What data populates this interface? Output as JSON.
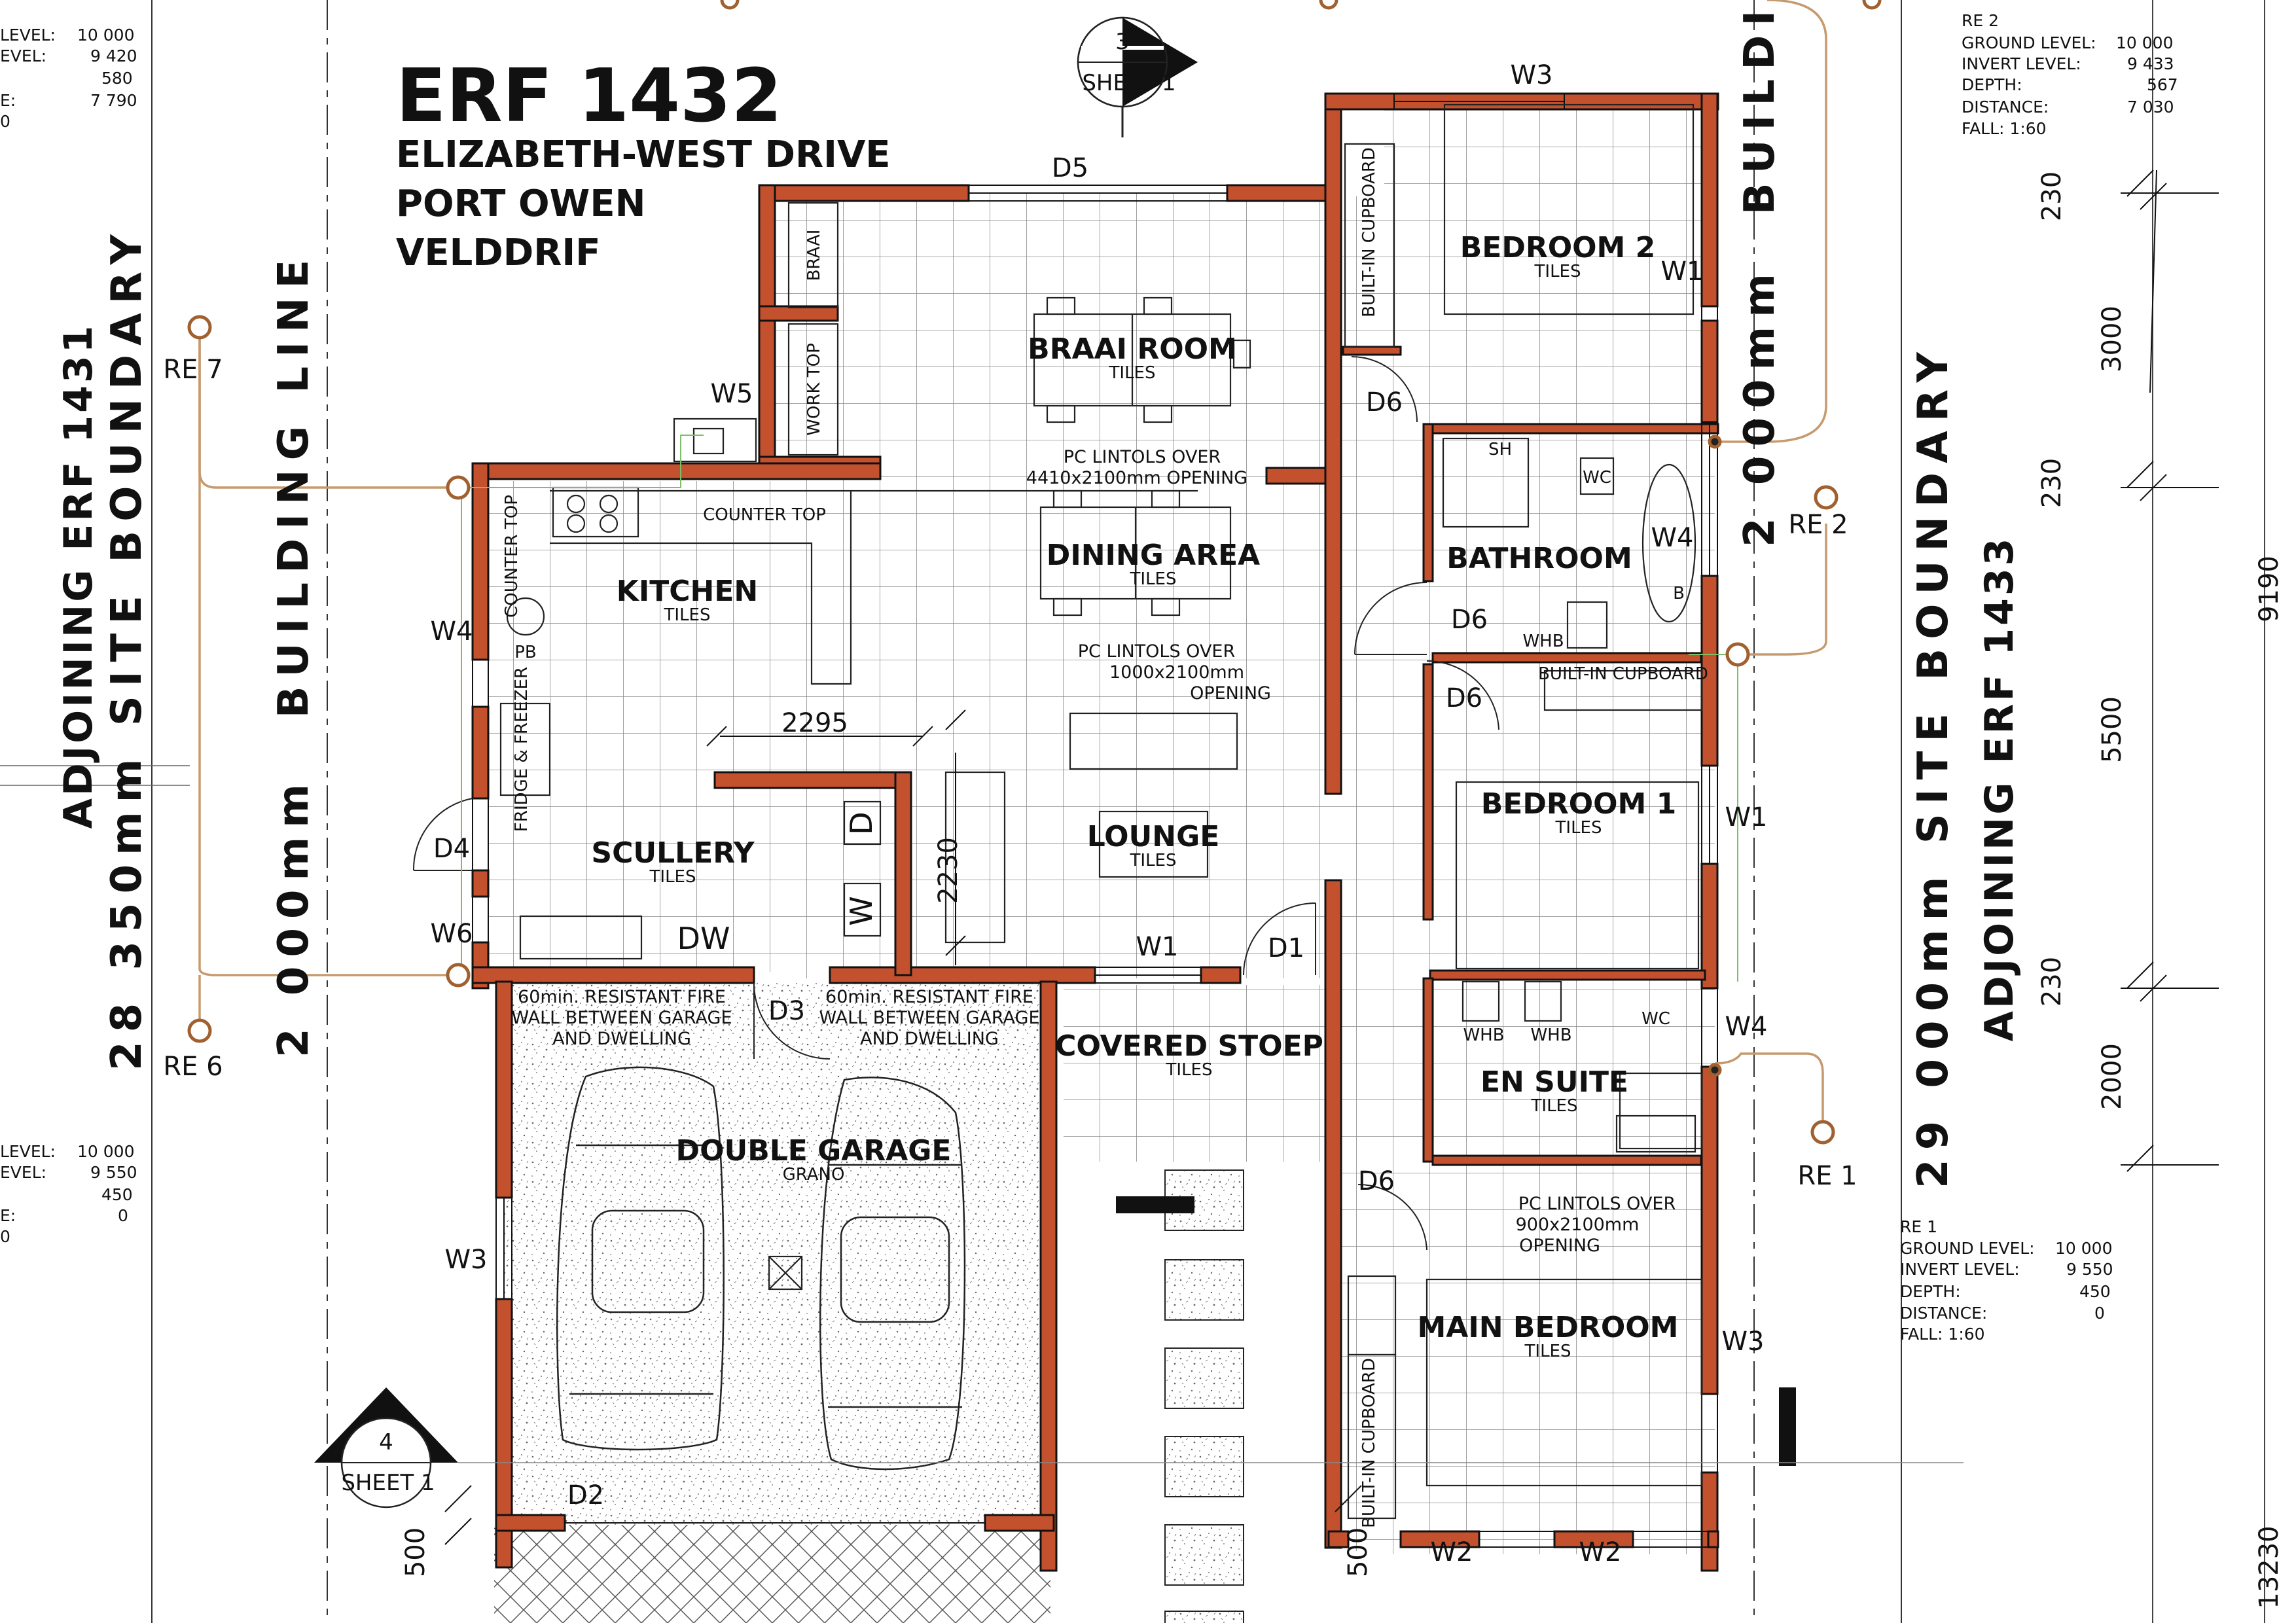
{
  "title": {
    "erf": "ERF 1432",
    "line1": "ELIZABETH-WEST DRIVE",
    "line2": "PORT OWEN",
    "line3": "VELDDRIF"
  },
  "boundaries": {
    "left_adjoining": "ADJOINING ERF 1431",
    "left_site": "28 350mm SITE BOUNDARY",
    "left_building_line": "BUILDING LINE",
    "left_offset": "2 000mm",
    "right_site": "29 000mm SITE BOUNDARY",
    "right_adjoining": "ADJOINING ERF 1433",
    "right_offset": "2 000mm",
    "right_building": "BUILDI"
  },
  "sections": {
    "top": {
      "number": "3",
      "sheet": "SHEET 1"
    },
    "bottom": {
      "number": "4",
      "sheet": "SHEET 1"
    }
  },
  "rooms": {
    "braai_room": {
      "name": "BRAAI ROOM",
      "finish": "TILES"
    },
    "dining_area": {
      "name": "DINING AREA",
      "finish": "TILES"
    },
    "kitchen": {
      "name": "KITCHEN",
      "finish": "TILES"
    },
    "scullery": {
      "name": "SCULLERY",
      "finish": "TILES"
    },
    "lounge": {
      "name": "LOUNGE",
      "finish": "TILES"
    },
    "covered_stoep": {
      "name": "COVERED STOEP",
      "finish": "TILES"
    },
    "double_garage": {
      "name": "DOUBLE GARAGE",
      "finish": "GRANO"
    },
    "bedroom_2": {
      "name": "BEDROOM 2",
      "finish": "TILES"
    },
    "bathroom": {
      "name": "BATHROOM"
    },
    "bedroom_1": {
      "name": "BEDROOM 1",
      "finish": "TILES"
    },
    "en_suite": {
      "name": "EN SUITE",
      "finish": "TILES"
    },
    "main_bedroom": {
      "name": "MAIN BEDROOM",
      "finish": "TILES"
    }
  },
  "fixtures": {
    "braai": "BRAAI",
    "work_top": "WORK TOP",
    "counter_top": "COUNTER TOP",
    "counter_top_side": "COUNTER TOP",
    "pb": "PB",
    "fridge": "FRIDGE & FREEZER",
    "dw": "DW",
    "d": "D",
    "w": "W",
    "built_in_cupboard": "BUILT-IN CUPBOARD",
    "built_in_cupboard_2": "BUILT-IN CUPBOARD",
    "built_in_cupboard_3": "BUILT-IN CUPBOARD",
    "sh": "SH",
    "wc": "WC",
    "wc2": "WC",
    "b": "B",
    "whb": "WHB",
    "whb2": "WHB",
    "whb3": "WHB"
  },
  "notes": {
    "lintol1_a": "PC LINTOLS OVER",
    "lintol1_b": "4410x2100mm OPENING",
    "lintol2_a": "PC LINTOLS OVER",
    "lintol2_b": "1000x2100mm",
    "lintol2_c": "OPENING",
    "lintol3_a": "PC LINTOLS OVER",
    "lintol3_b": "900x2100mm",
    "lintol3_c": "OPENING",
    "fire1_a": "60min. RESISTANT FIRE",
    "fire1_b": "WALL BETWEEN GARAGE",
    "fire1_c": "AND DWELLING",
    "fire2_a": "60min. RESISTANT FIRE",
    "fire2_b": "WALL BETWEEN GARAGE",
    "fire2_c": "AND DWELLING"
  },
  "openings": {
    "w3_top": "W3",
    "d5": "D5",
    "w5": "W5",
    "w1_bed2": "W1",
    "d6_a": "D6",
    "w4_bath": "W4",
    "d6_b": "D6",
    "d6_c": "D6",
    "w1_bed1": "W1",
    "w4_kitchen": "W4",
    "d4": "D4",
    "w6": "W6",
    "d3": "D3",
    "w1_stoep": "W1",
    "d1": "D1",
    "w4_ensuite": "W4",
    "d6_d": "D6",
    "w3_left": "W3",
    "w3_right": "W3",
    "d2": "D2",
    "w2_a": "W2",
    "w2_b": "W2"
  },
  "dimensions": {
    "d2295": "2295",
    "d2230": "2230",
    "d500a": "500",
    "d500b": "500",
    "d230a": "230",
    "d3000": "3000",
    "d230b": "230",
    "d5500": "5500",
    "d230c": "230",
    "d2000": "2000",
    "d9190": "9190",
    "d13230": "13230"
  },
  "drainage": {
    "re7": "RE 7",
    "re6": "RE 6",
    "re2_tag": "RE 2",
    "re1_tag": "RE 1",
    "left_top": {
      "l1": "LEVEL:",
      "v1": "10 000",
      "l2": "EVEL:",
      "v2": "9 420",
      "v3": "580",
      "l4": "E:",
      "v4": "7 790",
      "l5": "0"
    },
    "left_bottom": {
      "l1": "LEVEL:",
      "v1": "10 000",
      "l2": "EVEL:",
      "v2": "9 550",
      "v3": "450",
      "l4": "E:",
      "v4": "0",
      "l5": "0"
    },
    "re2": {
      "title": "RE 2",
      "l1": "GROUND LEVEL:",
      "v1": "10 000",
      "l2": "INVERT LEVEL:",
      "v2": "9 433",
      "l3": "DEPTH:",
      "v3": "567",
      "l4": "DISTANCE:",
      "v4": "7 030",
      "l5": "FALL: 1:60"
    },
    "re1": {
      "title": "RE 1",
      "l1": "GROUND LEVEL:",
      "v1": "10 000",
      "l2": "INVERT LEVEL:",
      "v2": "9 550",
      "l3": "DEPTH:",
      "v3": "450",
      "l4": "DISTANCE:",
      "v4": "0",
      "l5": "FALL: 1:60"
    }
  },
  "colors": {
    "wall": "#c4512e",
    "drain": "#c79a6e",
    "water": "#7cbf6a"
  }
}
